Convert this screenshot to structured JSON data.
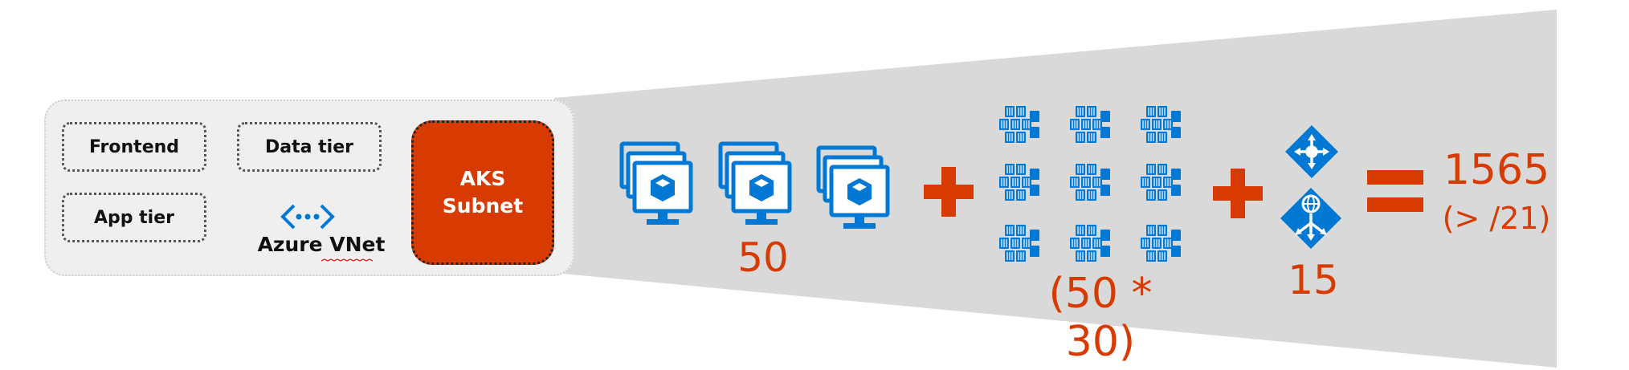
{
  "vnet": {
    "label": "Azure VNet",
    "tiers": {
      "frontend": "Frontend",
      "data": "Data tier",
      "app": "App tier"
    },
    "aks_subnet": {
      "line1": "AKS",
      "line2": "Subnet"
    }
  },
  "equation": {
    "nodes_count": "50",
    "pods_count": "(50 * 30)",
    "lb_count": "15",
    "total": "1565",
    "subnet_size": "(> /21)"
  },
  "icons": {
    "vnet": "virtual-network-icon",
    "vm": "virtual-machine-stack-icon",
    "pod": "container-pod-icon",
    "lb": "load-balancer-icon"
  },
  "colors": {
    "accent": "#d83b01",
    "icon_blue": "#0078d4",
    "funnel_grey": "#d9d9d9"
  }
}
